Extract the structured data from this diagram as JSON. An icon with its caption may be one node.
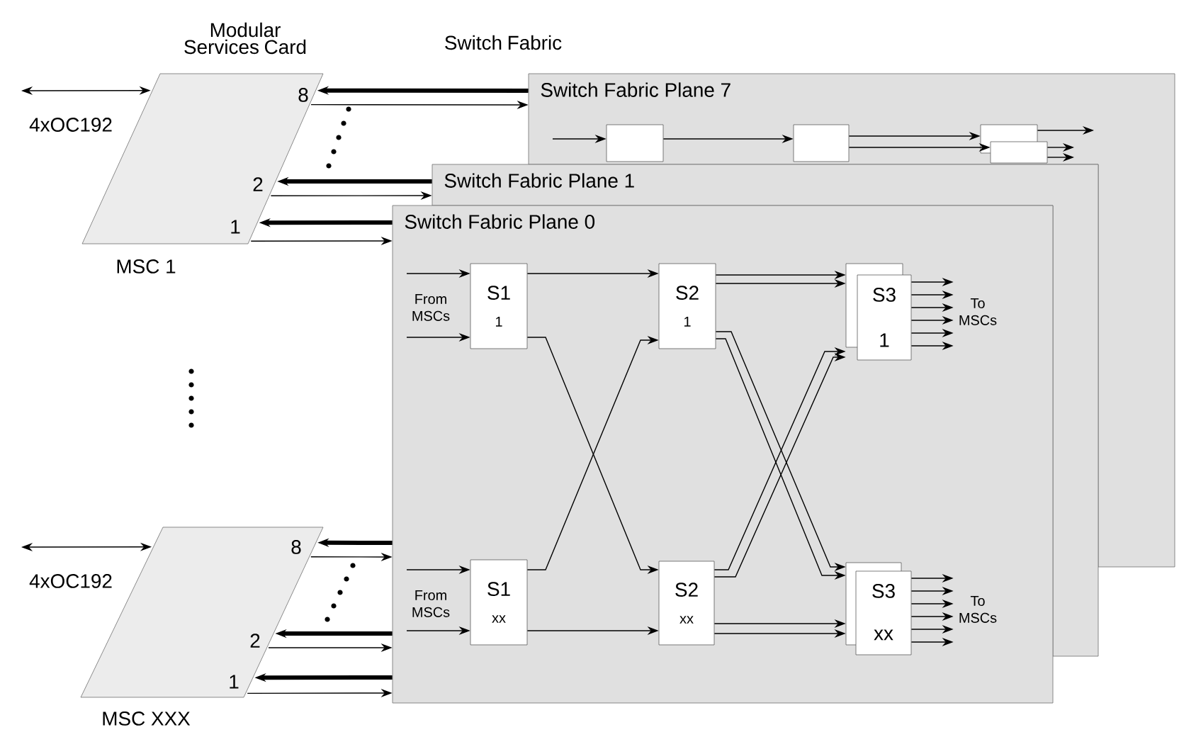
{
  "diagram": {
    "nodes": [
      {
        "text": [
          "8",
          "2",
          "1"
        ],
        "beside": [
          "MSC 1"
        ]
      },
      {
        "text": [
          "8",
          "2",
          "1"
        ],
        "beside": [
          "MSC XXX"
        ]
      },
      {
        "text": [
          "Switch Fabric Plane 7"
        ]
      },
      {
        "text": [
          "Switch Fabric Plane 1"
        ]
      },
      {
        "text": [
          "Switch Fabric Plane 0"
        ]
      },
      {
        "text": [
          "S1",
          "1"
        ],
        "in": 4
      },
      {
        "text": [
          "S2",
          "1"
        ],
        "in": 4
      },
      {
        "text": [
          "S3",
          "1"
        ],
        "in": 4
      },
      {
        "text": [
          "S1",
          "xx"
        ],
        "in": 4
      },
      {
        "text": [
          "S2",
          "xx"
        ],
        "in": 4
      },
      {
        "text": [
          "S3",
          "xx"
        ],
        "in": 4
      },
      {
        "text": [],
        "shape": "box",
        "in": 2
      },
      {
        "text": [],
        "shape": "box",
        "in": 2
      },
      {
        "text": [],
        "shape": "box",
        "in": 2
      },
      {
        "text": [],
        "shape": "box",
        "in": 2
      },
      {
        "text": [
          "To MSCs"
        ],
        "in": 4
      },
      {
        "text": [
          "To MSCs"
        ],
        "in": 4
      }
    ],
    "edges": [
      {
        "from": null,
        "to": 0,
        "arrow": "both",
        "label": "4xOC192"
      },
      {
        "from": null,
        "to": 1,
        "arrow": "both",
        "label": "4xOC192"
      },
      {
        "from": 2,
        "to": 0,
        "arrow": "to",
        "style": "thick"
      },
      {
        "from": 0,
        "to": 2,
        "arrow": "to"
      },
      {
        "from": 3,
        "to": 0,
        "arrow": "to",
        "style": "thick"
      },
      {
        "from": 0,
        "to": 3,
        "arrow": "to"
      },
      {
        "from": 4,
        "to": 0,
        "arrow": "to",
        "style": "thick"
      },
      {
        "from": 0,
        "to": 4,
        "arrow": "to"
      },
      {
        "from": 4,
        "to": 1,
        "arrow": "to",
        "style": "thick"
      },
      {
        "from": 1,
        "to": 4,
        "arrow": "to"
      },
      {
        "from": 4,
        "to": 1,
        "arrow": "to",
        "style": "thick"
      },
      {
        "from": 1,
        "to": 4,
        "arrow": "to"
      },
      {
        "from": 4,
        "to": 1,
        "arrow": "to",
        "style": "thick"
      },
      {
        "from": 1,
        "to": 4,
        "arrow": "to"
      },
      {
        "from": null,
        "to": 5,
        "arrow": "to"
      },
      {
        "from": null,
        "to": 5,
        "arrow": "to"
      },
      {
        "from": null,
        "to": 8,
        "arrow": "to"
      },
      {
        "from": null,
        "to": 8,
        "arrow": "to"
      },
      {
        "from": 5,
        "to": 6,
        "arrow": "to"
      },
      {
        "from": 5,
        "to": 9,
        "arrow": "to"
      },
      {
        "from": 8,
        "to": 6,
        "arrow": "to"
      },
      {
        "from": 8,
        "to": 9,
        "arrow": "to"
      },
      {
        "from": 6,
        "to": 7,
        "arrow": "to"
      },
      {
        "from": 6,
        "to": 7,
        "arrow": "to"
      },
      {
        "from": 6,
        "to": 10,
        "arrow": "to"
      },
      {
        "from": 6,
        "to": 10,
        "arrow": "to"
      },
      {
        "from": 9,
        "to": 7,
        "arrow": "to"
      },
      {
        "from": 9,
        "to": 7,
        "arrow": "to"
      },
      {
        "from": 9,
        "to": 10,
        "arrow": "to"
      },
      {
        "from": 9,
        "to": 10,
        "arrow": "to"
      },
      {
        "from": 7,
        "to": 15,
        "arrow": "to"
      },
      {
        "from": 7,
        "to": 15,
        "arrow": "to"
      },
      {
        "from": 7,
        "to": 15,
        "arrow": "to"
      },
      {
        "from": 7,
        "to": 15,
        "arrow": "to"
      },
      {
        "from": 7,
        "to": 15,
        "arrow": "to"
      },
      {
        "from": 7,
        "to": 15,
        "arrow": "to"
      },
      {
        "from": 10,
        "to": 16,
        "arrow": "to"
      },
      {
        "from": 10,
        "to": 16,
        "arrow": "to"
      },
      {
        "from": 10,
        "to": 16,
        "arrow": "to"
      },
      {
        "from": 10,
        "to": 16,
        "arrow": "to"
      },
      {
        "from": 10,
        "to": 16,
        "arrow": "to"
      },
      {
        "from": 10,
        "to": 16,
        "arrow": "to"
      },
      {
        "from": null,
        "to": 11,
        "arrow": "to"
      },
      {
        "from": 11,
        "to": 12,
        "arrow": "to"
      },
      {
        "from": 12,
        "to": 13,
        "arrow": "to"
      },
      {
        "from": 12,
        "to": 14,
        "arrow": "to"
      },
      {
        "from": 13,
        "to": null,
        "arrow": "to"
      },
      {
        "from": 14,
        "to": null,
        "arrow": "to"
      },
      {
        "from": 14,
        "to": null,
        "arrow": "to"
      }
    ],
    "labels": [
      "Modular Services Card",
      "Switch Fabric",
      "From MSCs",
      "From MSCs"
    ]
  }
}
